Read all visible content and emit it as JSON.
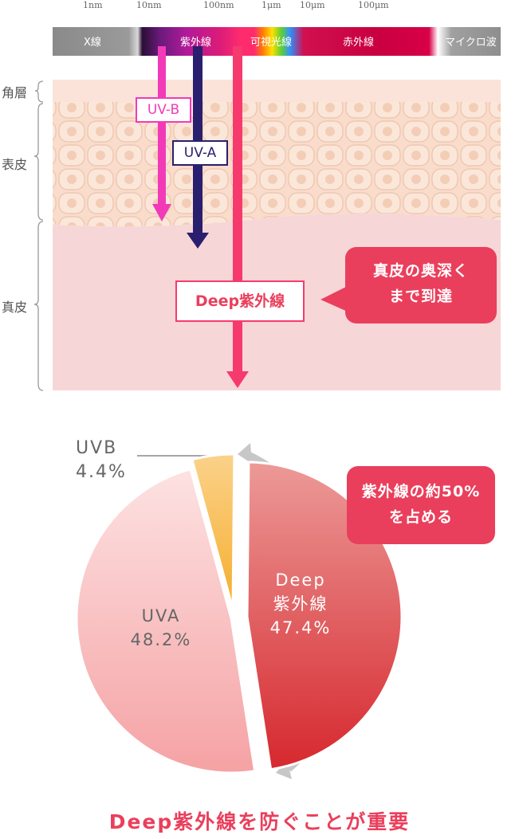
{
  "spectrum": {
    "wavelengths": [
      "1nm",
      "10nm",
      "100nm",
      "1μm",
      "10μm",
      "100μm"
    ],
    "bands": [
      "X線",
      "紫外線",
      "可視光線",
      "赤外線",
      "マイクロ波"
    ]
  },
  "skin": {
    "layers": [
      "角層",
      "表皮",
      "真皮"
    ],
    "rays": [
      "UV-B",
      "UV-A",
      "Deep紫外線"
    ],
    "callout": [
      "真皮の奥深く",
      "まで到達"
    ]
  },
  "pie": {
    "slices": [
      {
        "label": "Deep",
        "label2": "紫外線",
        "value_text": "47.4%",
        "value": 47.4,
        "color": "#d9363e"
      },
      {
        "label": "UVA",
        "label2": "",
        "value_text": "48.2%",
        "value": 48.2,
        "color": "#f6a9aa"
      },
      {
        "label": "UVB",
        "label2": "",
        "value_text": "4.4%",
        "value": 4.4,
        "color": "#f5b73c"
      }
    ],
    "callout": [
      "紫外線の約50%",
      "を占める"
    ]
  },
  "footer": {
    "title": "Deep紫外線を防ぐことが重要"
  },
  "colors": {
    "accent": "#ea3f5c",
    "uvb": "#f23ab9",
    "uva": "#2a1f6e",
    "deep": "#f73a6e"
  }
}
